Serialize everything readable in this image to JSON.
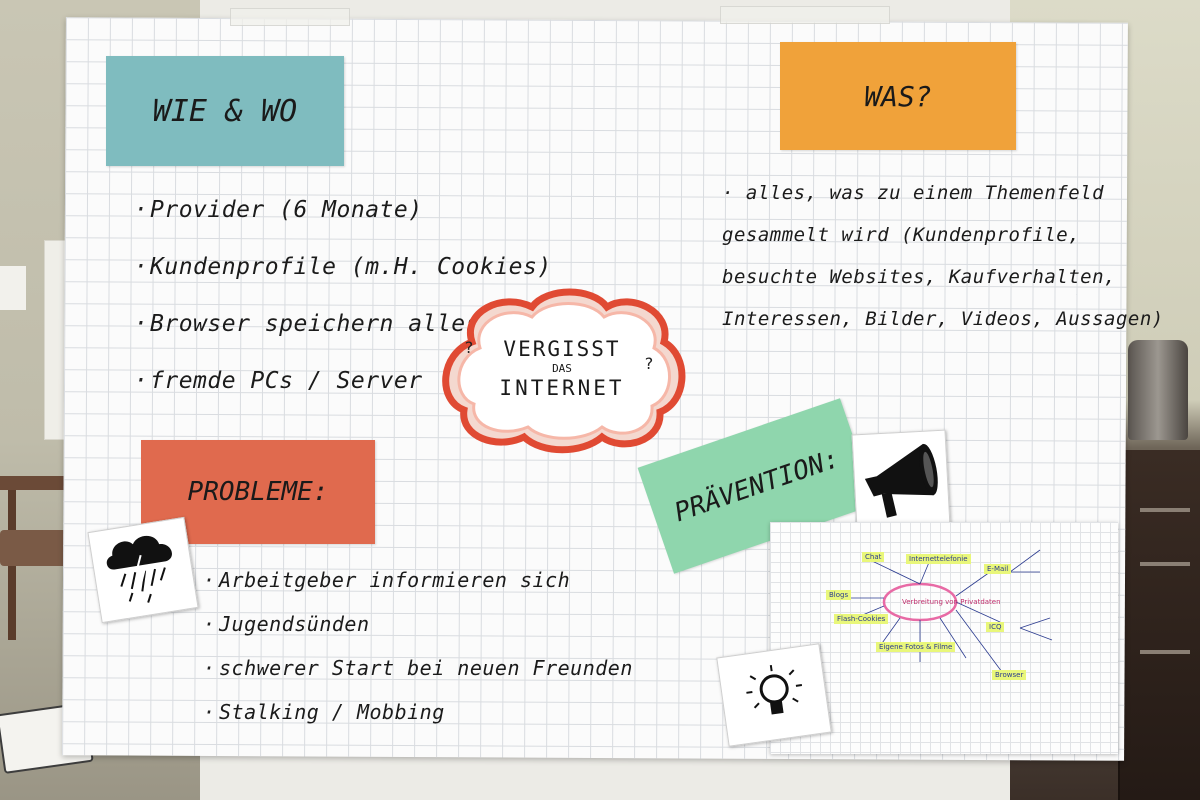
{
  "poster": {
    "wie_wo": {
      "heading": "WIE & WO",
      "items": [
        "Provider (6 Monate)",
        "Kundenprofile (m.H. Cookies)",
        "Browser speichern alles",
        "fremde PCs / Server"
      ]
    },
    "was": {
      "heading": "WAS?",
      "lines": [
        "alles, was zu einem Themenfeld",
        "gesammelt wird (Kundenprofile,",
        "besuchte Websites, Kaufverhalten,",
        "Interessen, Bilder, Videos, Aussagen)"
      ]
    },
    "cloud": {
      "line1": "VERGISST",
      "line2": "DAS",
      "line3": "INTERNET",
      "q_left": "?",
      "q_right": "?"
    },
    "probleme": {
      "heading": "PROBLEME:",
      "items": [
        "Arbeitgeber informieren sich",
        "Jugendsünden",
        "schwerer Start bei neuen Freunden",
        "Stalking / Mobbing"
      ]
    },
    "praevention": {
      "heading": "PRÄVENTION:"
    },
    "mindmap": {
      "center": "Verbreitung von Privatdaten",
      "highlighted": [
        "Chat",
        "Internettelefonie",
        "E-Mail",
        "Blogs",
        "Flash-Cookies",
        "Eigene Fotos & Filme",
        "ICQ",
        "Browser"
      ]
    },
    "icons": {
      "rain": "rain-cloud-icon",
      "horn": "megaphone-icon",
      "bulb": "light-bulb-icon"
    },
    "colors": {
      "wie_card": "#7fbcbf",
      "was_card": "#f0a23a",
      "probleme_card": "#e06a4e",
      "praevention_card": "#8fd6ad",
      "cloud_outline": "#e04a33"
    }
  }
}
